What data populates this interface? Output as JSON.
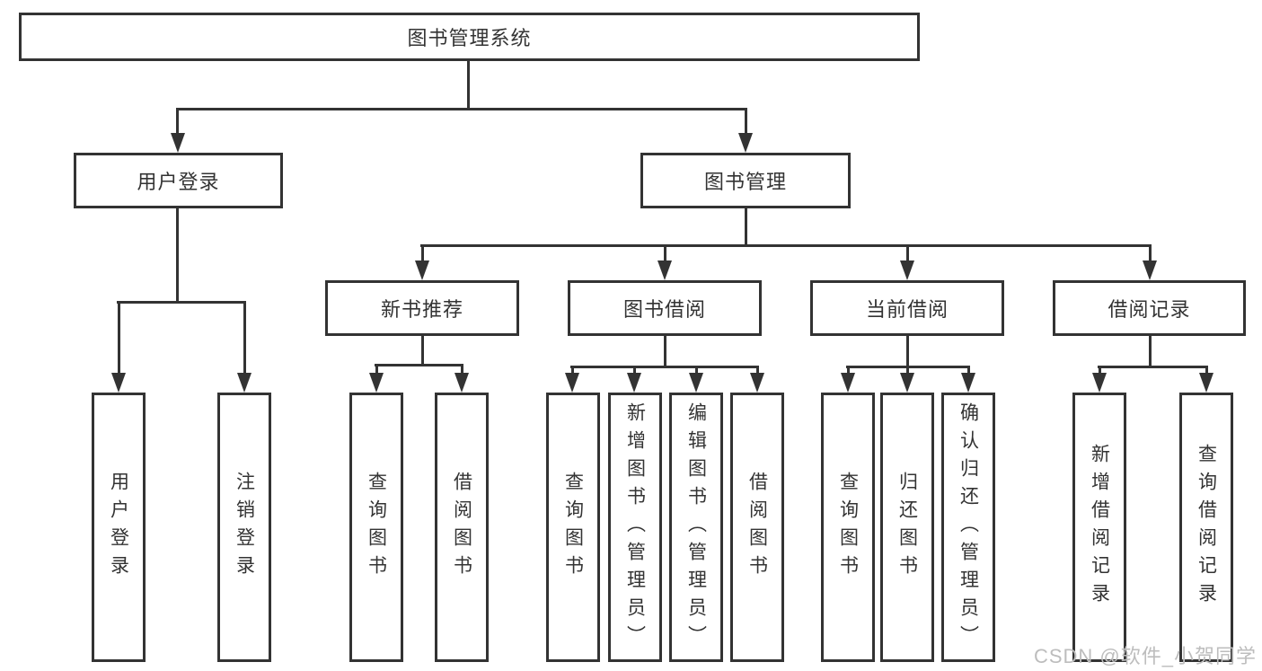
{
  "diagram": {
    "type": "tree",
    "title": "图书管理系统",
    "root": {
      "label": "图书管理系统"
    },
    "branches": {
      "user_login": {
        "label": "用户登录",
        "children": [
          "用户登录",
          "注销登录"
        ]
      },
      "book_management": {
        "label": "图书管理",
        "sections": {
          "new_book_recommend": {
            "label": "新书推荐",
            "children": [
              "查询图书",
              "借阅图书"
            ]
          },
          "book_borrow": {
            "label": "图书借阅",
            "children": [
              "查询图书",
              "新增图书（管理员）",
              "编辑图书（管理员）",
              "借阅图书"
            ]
          },
          "current_borrow": {
            "label": "当前借阅",
            "children": [
              "查询图书",
              "归还图书",
              "确认归还（管理员）"
            ]
          },
          "borrow_record": {
            "label": "借阅记录",
            "children": [
              "新增借阅记录",
              "查询借阅记录"
            ]
          }
        }
      }
    },
    "watermark": "CSDN @软件_小贺同学",
    "colors": {
      "line": "#333333",
      "text": "#333333",
      "watermark": "#bdbdbd",
      "background": "#ffffff"
    }
  }
}
